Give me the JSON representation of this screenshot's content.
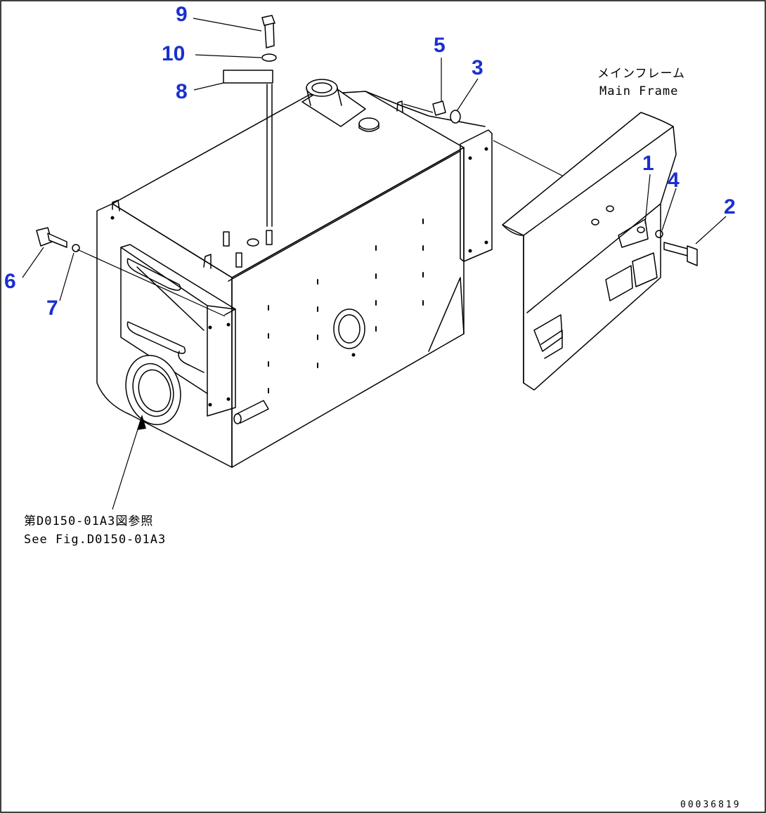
{
  "callouts": {
    "c1": "1",
    "c2": "2",
    "c3": "3",
    "c4": "4",
    "c5": "5",
    "c6": "6",
    "c7": "7",
    "c8": "8",
    "c9": "9",
    "c10": "10"
  },
  "notes": {
    "main_frame_jp": "メインフレーム",
    "main_frame_en": "Main Frame",
    "see_fig_jp": "第D0150-01A3図参照",
    "see_fig_en": "See Fig.D0150-01A3"
  },
  "drawing_code": "00036819",
  "colors": {
    "callout": "#1a2fd0",
    "line": "#000000",
    "background": "#ffffff"
  }
}
